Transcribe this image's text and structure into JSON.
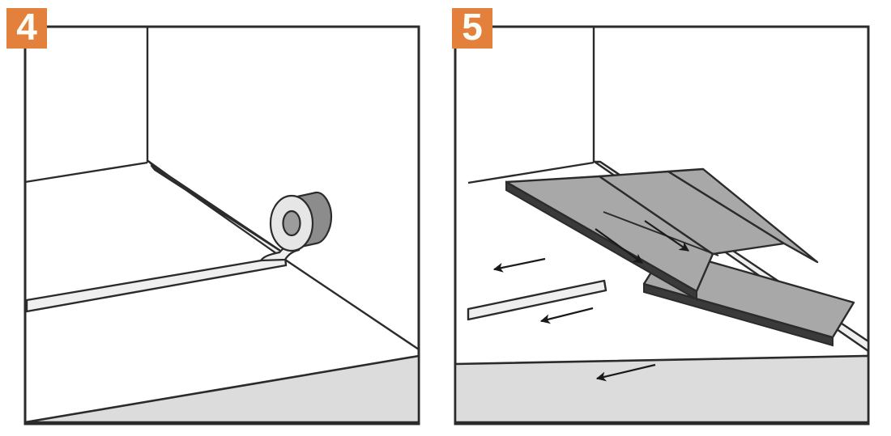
{
  "document": {
    "type": "instructional-diagram",
    "title": "Floor underlay and plank installation steps",
    "background_color": "#ffffff",
    "panel_count": 2
  },
  "palette": {
    "badge_orange": "#E3813C",
    "badge_text": "#FDFDF8",
    "outline_dark": "#2B2B2B",
    "frame_stroke": "#2B2B2B",
    "wall_white": "#FFFFFF",
    "floor_white": "#FFFFFF",
    "underlay_light_grey": "#DCDCDC",
    "tape_strip_grey": "#EFEFEF",
    "tape_roll_face": "#E6E6E6",
    "tape_roll_body": "#8C8C8C",
    "tape_roll_hole": "#9C9C9C",
    "plank_grey": "#A8A8A8",
    "plank_edge": "#3A3A3A",
    "arrow_black": "#1A1A1A"
  },
  "panels": [
    {
      "id": "panel-4",
      "badge": {
        "number": "4",
        "shape": "square",
        "color": "#E3813C",
        "text_color": "#FDFDF8"
      },
      "scene": {
        "name": "tape-seam-at-wall-corner",
        "description": "Room corner with two walls meeting, underlay tape strip applied along the wall base and a roll of tape unwinding onto the floor",
        "elements": [
          {
            "name": "back-wall",
            "type": "surface",
            "fill": "#FFFFFF"
          },
          {
            "name": "left-wall",
            "type": "surface",
            "fill": "#FFFFFF"
          },
          {
            "name": "floor",
            "type": "surface",
            "fill": "#FFFFFF"
          },
          {
            "name": "wall-corner-line",
            "type": "edge"
          },
          {
            "name": "wall-base-tape-strip",
            "type": "tape",
            "fill": "#EFEFEF"
          },
          {
            "name": "floor-tape-strip",
            "type": "tape",
            "fill": "#EFEFEF"
          },
          {
            "name": "tape-roll",
            "type": "object",
            "fill": "#E6E6E6"
          },
          {
            "name": "foreground-underlay-sheet",
            "type": "surface",
            "fill": "#DCDCDC"
          }
        ]
      }
    },
    {
      "id": "panel-5",
      "badge": {
        "number": "5",
        "shape": "square",
        "color": "#E3813C",
        "text_color": "#FDFDF8"
      },
      "scene": {
        "name": "laying-planks-along-wall",
        "description": "Grey floor planks laid in rows along the wall over the underlay, with direction arrows indicating the laying direction toward the left",
        "plank_count": 4,
        "plank_fill": "#A8A8A8",
        "arrows": [
          {
            "name": "arrow-on-plank-upper",
            "direction": "down-right",
            "on_surface": "plank"
          },
          {
            "name": "arrow-on-plank-lower",
            "direction": "down-right",
            "on_surface": "plank"
          },
          {
            "name": "arrow-floor-upper",
            "direction": "left",
            "on_surface": "floor"
          },
          {
            "name": "arrow-floor-middle",
            "direction": "left",
            "on_surface": "floor"
          },
          {
            "name": "arrow-floor-lower",
            "direction": "left",
            "on_surface": "floor"
          }
        ],
        "elements": [
          {
            "name": "back-wall",
            "type": "surface",
            "fill": "#FFFFFF"
          },
          {
            "name": "left-wall",
            "type": "surface",
            "fill": "#FFFFFF"
          },
          {
            "name": "floor",
            "type": "surface",
            "fill": "#FFFFFF"
          },
          {
            "name": "wall-base-tape-strip",
            "type": "tape",
            "fill": "#EFEFEF"
          },
          {
            "name": "floor-tape-strip",
            "type": "tape",
            "fill": "#EFEFEF"
          },
          {
            "name": "plank-row",
            "type": "planks",
            "fill": "#A8A8A8"
          },
          {
            "name": "foreground-underlay-sheet",
            "type": "surface",
            "fill": "#DCDCDC"
          }
        ]
      }
    }
  ]
}
